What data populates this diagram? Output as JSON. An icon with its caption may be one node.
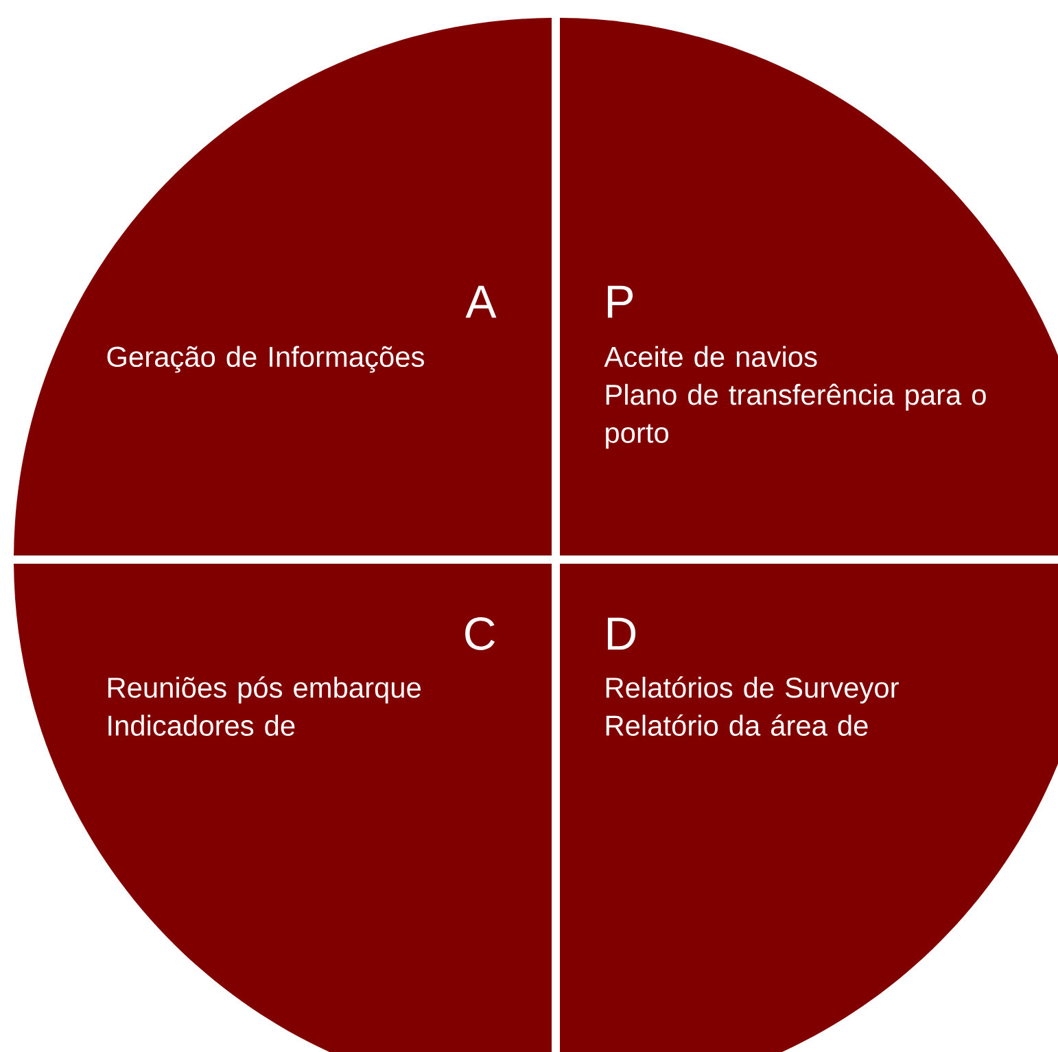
{
  "diagram": {
    "nodes": [
      {
        "text": [
          "A",
          "Geração de Informações"
        ]
      },
      {
        "text": [
          "P",
          "Aceite de navios",
          "Plano de transferência para o porto"
        ]
      },
      {
        "text": [
          "C",
          "Reuniões pós embarque",
          "Indicadores de"
        ]
      },
      {
        "text": [
          "D",
          "Relatórios de Surveyor",
          "Relatório da área de"
        ]
      }
    ]
  }
}
